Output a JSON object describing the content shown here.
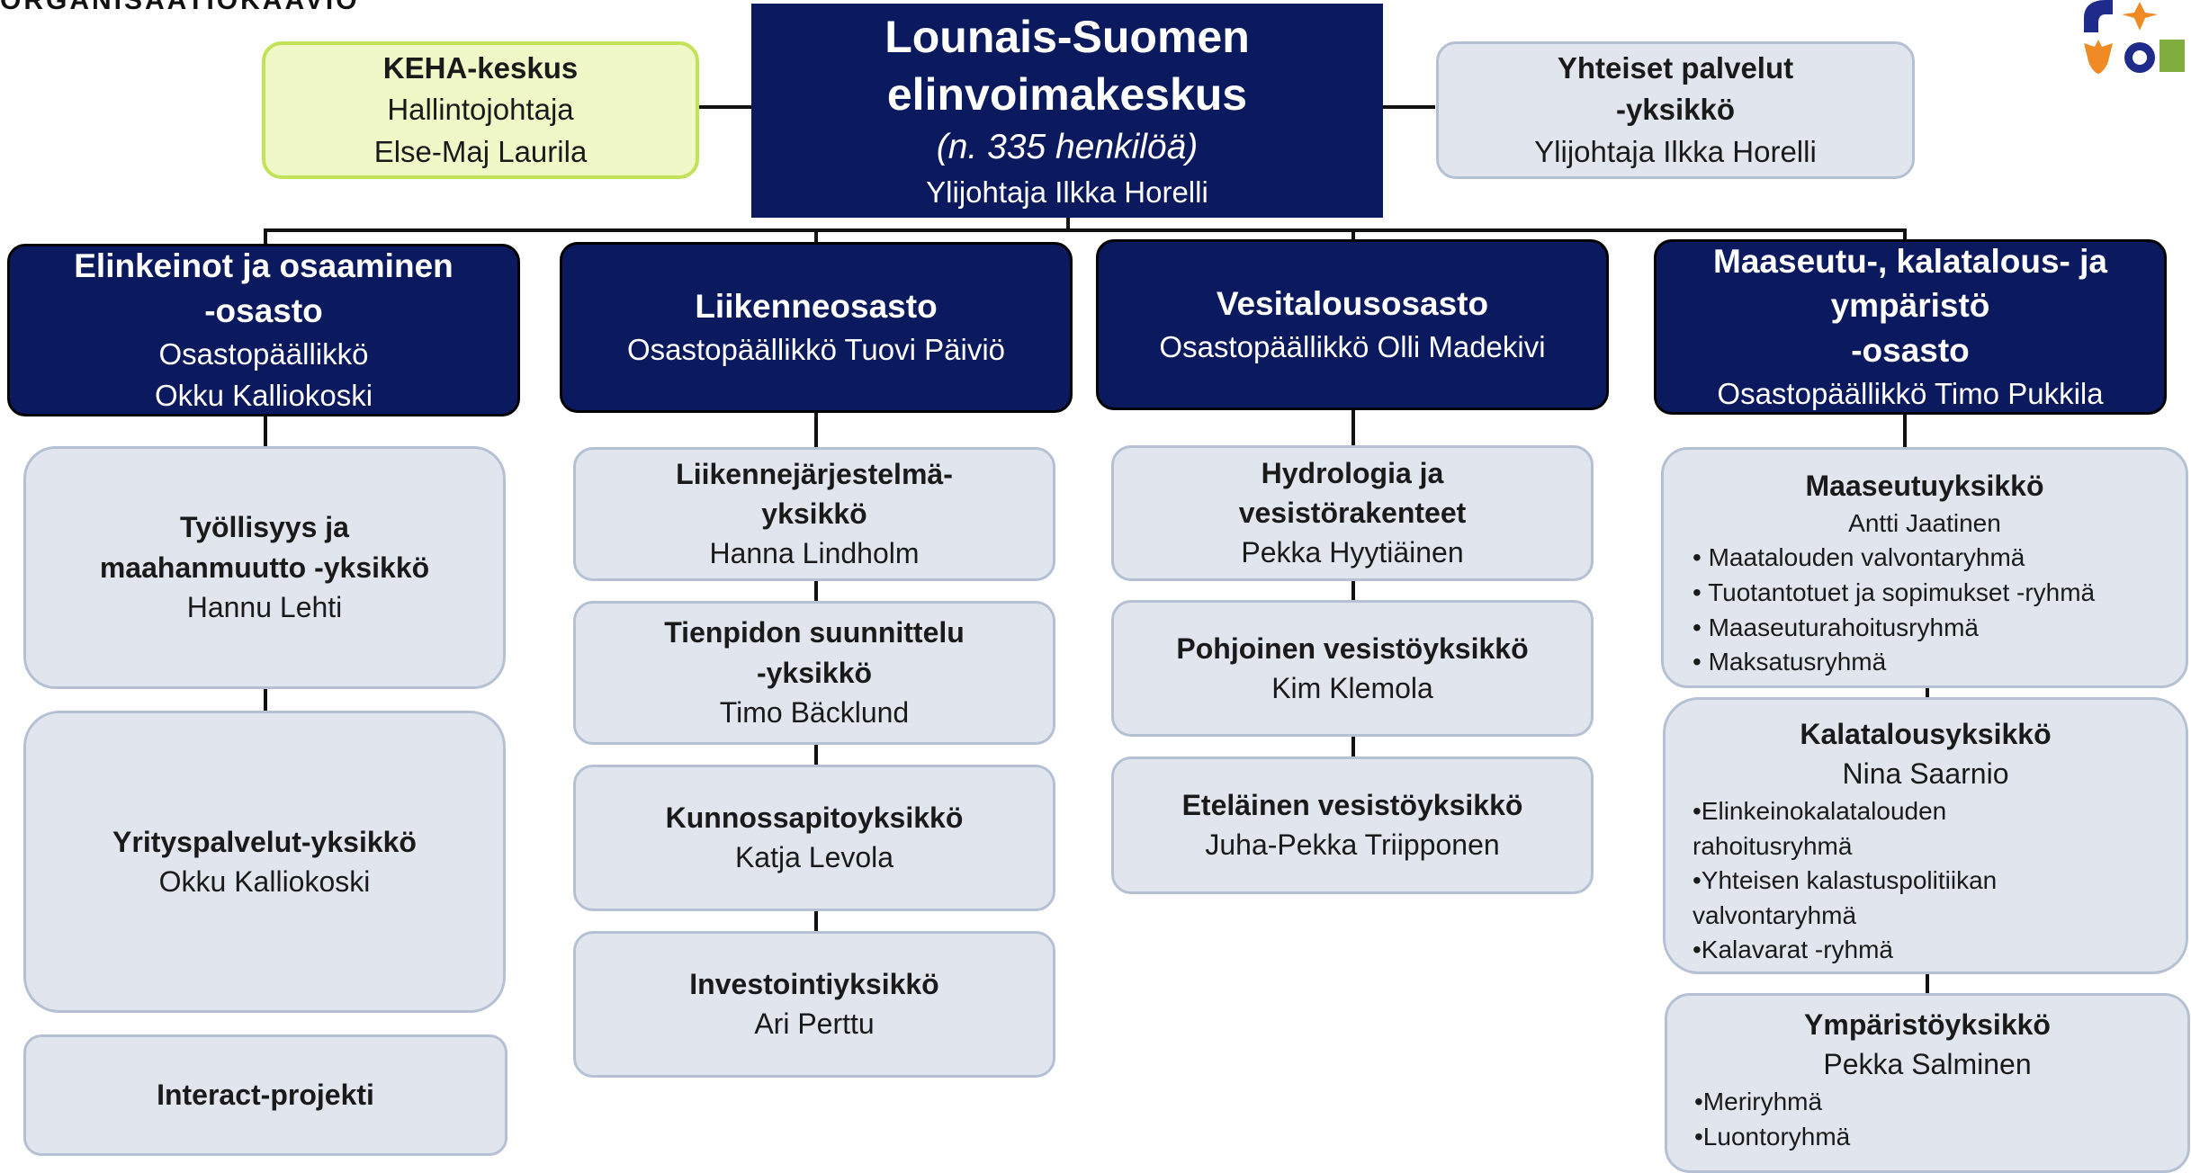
{
  "header": {
    "label": "ORGANISAATIOKAAVIO"
  },
  "top": {
    "title1": "Lounais-Suomen",
    "title2": "elinvoimakeskus",
    "subtitle": "(n. 335 henkilöä)",
    "head": "Ylijohtaja Ilkka Horelli"
  },
  "keha": {
    "name": "KEHA-keskus",
    "role": "Hallintojohtaja",
    "person": "Else-Maj Laurila"
  },
  "shared": {
    "name1": "Yhteiset palvelut",
    "name2": "-yksikkö",
    "head": "Ylijohtaja Ilkka Horelli"
  },
  "departments": [
    {
      "name1": "Elinkeinot ja osaaminen",
      "name2": "-osasto",
      "role": "Osastopäällikkö",
      "person": "Okku Kalliokoski",
      "units": [
        {
          "name1": "Työllisyys ja",
          "name2": "maahanmuutto -yksikkö",
          "head": "Hannu Lehti"
        },
        {
          "name": "Yrityspalvelut-yksikkö",
          "head": "Okku Kalliokoski"
        },
        {
          "name": "Interact-projekti"
        }
      ]
    },
    {
      "name": "Liikenneosasto",
      "head": "Osastopäällikkö Tuovi Päiviö",
      "units": [
        {
          "name1": "Liikennejärjestelmä-",
          "name2": "yksikkö",
          "head": "Hanna Lindholm"
        },
        {
          "name1": "Tienpidon suunnittelu",
          "name2": "-yksikkö",
          "head": "Timo Bäcklund"
        },
        {
          "name": "Kunnossapitoyksikkö",
          "head": "Katja Levola"
        },
        {
          "name": "Investointiyksikkö",
          "head": "Ari Perttu"
        }
      ]
    },
    {
      "name": "Vesitalousosasto",
      "head": "Osastopäällikkö Olli Madekivi",
      "units": [
        {
          "name1": "Hydrologia ja",
          "name2": "vesistörakenteet",
          "head": "Pekka Hyytiäinen"
        },
        {
          "name": "Pohjoinen vesistöyksikkö",
          "head": "Kim Klemola"
        },
        {
          "name": "Eteläinen vesistöyksikkö",
          "head": "Juha-Pekka Triipponen"
        }
      ]
    },
    {
      "name1": "Maaseutu-, kalatalous- ja",
      "name2": "ympäristö",
      "name3": "-osasto",
      "head": "Osastopäällikkö Timo Pukkila",
      "units": [
        {
          "name": "Maaseutuyksikkö",
          "head": "Antti Jaatinen",
          "groups": [
            "Maatalouden valvontaryhmä",
            "Tuotantotuet ja sopimukset -ryhmä",
            "Maaseuturahoitusryhmä",
            "Maksatusryhmä"
          ]
        },
        {
          "name": "Kalatalousyksikkö",
          "head": "Nina Saarnio",
          "groups": [
            "•Elinkeinokalatalouden",
            "rahoitusryhmä",
            "•Yhteisen kalastuspolitiikan",
            "valvontaryhmä",
            "•Kalavarat -ryhmä"
          ]
        },
        {
          "name": "Ympäristöyksikkö",
          "head": "Pekka Salminen",
          "groups": [
            "•Meriryhmä",
            "•Luontoryhmä"
          ]
        }
      ]
    }
  ],
  "colors": {
    "navy": "#0b1a5e",
    "grey_box": "#e1e6ee",
    "grey_border": "#b5c1d3",
    "lime_box": "#f1f8c8",
    "lime_border": "#c2e257"
  },
  "logo": {
    "icon": "elinvoimakeskus-logo"
  }
}
